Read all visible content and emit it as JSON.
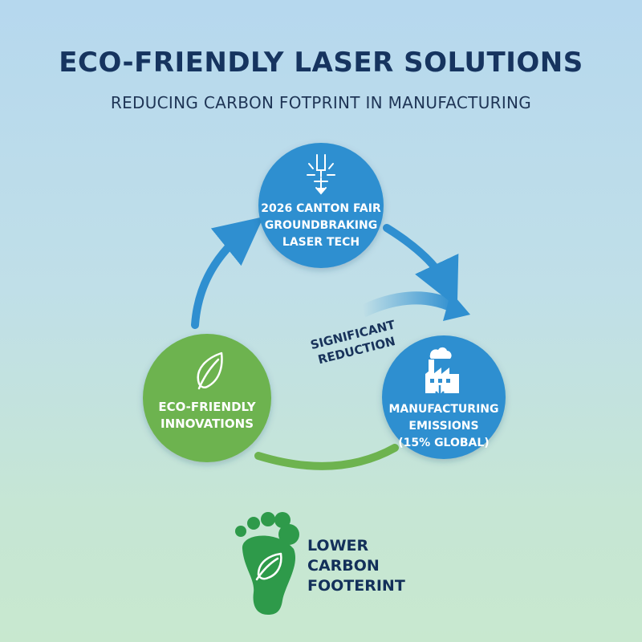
{
  "header": {
    "title": "ECO-FRIENDLY LASER SOLUTIONS",
    "subtitle": "REDUCING CARBON FOTPRINT IN MANUFACTURING"
  },
  "nodes": {
    "laser": {
      "lines": [
        "2026 CANTON FAIR",
        "GROUNDBRAKING",
        "LASER TECH"
      ],
      "icon": "laser-beam-icon",
      "color": "#2f8fd0"
    },
    "emissions": {
      "lines": [
        "MANUFACTURING",
        "EMISSIONS",
        "(15% GLOBAL)"
      ],
      "icon": "factory-icon",
      "color": "#2f8fd0"
    },
    "eco": {
      "lines": [
        "ECO-FRIENDLY",
        "INNOVATIONS"
      ],
      "icon": "leaf-icon",
      "color": "#6db34f"
    }
  },
  "reduction_label": [
    "SIGNIFICANT",
    "REDUCTION"
  ],
  "footer": {
    "lines": [
      "LOWER",
      "CARBON",
      "FOOTERINT"
    ],
    "icon": "footprint-leaf-icon",
    "color": "#2e9a4a"
  },
  "colors": {
    "arrow_blue": "#2f8fd0",
    "arrow_green": "#6db34f",
    "title_navy": "#16345f"
  }
}
